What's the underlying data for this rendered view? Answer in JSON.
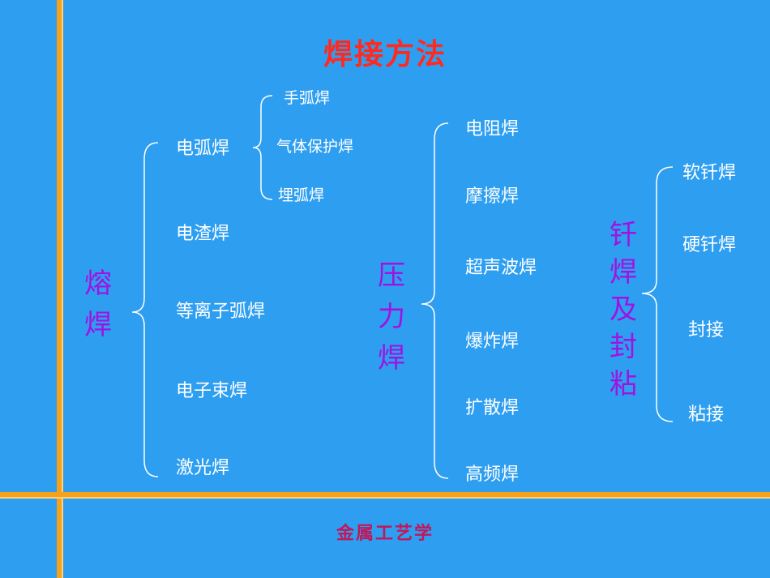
{
  "title": "焊接方法",
  "footer": "金属工艺学",
  "colors": {
    "background": "#2e9ef1",
    "title": "#ff2a1f",
    "category": "#a012e0",
    "footer": "#c0185a",
    "bar": "#f5a11a"
  },
  "fusion": {
    "category": "熔焊",
    "items": [
      "电弧焊",
      "电渣焊",
      "等离子弧焊",
      "电子束焊",
      "激光焊"
    ],
    "arc_sub": [
      "手弧焊",
      "气体保护焊",
      "埋弧焊"
    ]
  },
  "pressure": {
    "category": "压力焊",
    "items": [
      "电阻焊",
      "摩擦焊",
      "超声波焊",
      "爆炸焊",
      "扩散焊",
      "高频焊"
    ]
  },
  "brazing": {
    "category": "钎焊及封粘",
    "items": [
      "软钎焊",
      "硬钎焊",
      "封接",
      "粘接"
    ]
  }
}
